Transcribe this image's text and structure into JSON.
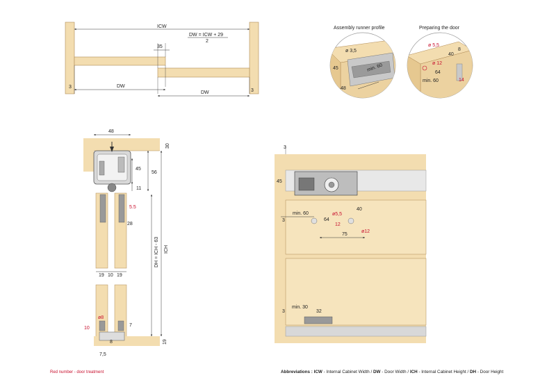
{
  "top_diagram": {
    "icw": "ICW",
    "dw_formula_top": "DW = ICW + 29",
    "dw_formula_bottom": "2",
    "overlap": "35",
    "gap_left": "3",
    "gap_right": "3",
    "dw_left": "DW",
    "dw_right": "DW"
  },
  "detail_titles": {
    "runner_profile": "Assembly runner profile",
    "preparing_door": "Preparing the door"
  },
  "runner_detail": {
    "hole": "ø 3,5",
    "height": "45",
    "depth": "48",
    "min": "min. 60"
  },
  "door_detail": {
    "hole_small": "ø 5,5",
    "hole_large": "ø 12",
    "dim_8": "8",
    "dim_40": "40",
    "dim_64": "64",
    "dim_14": "14",
    "min": "min. 60"
  },
  "section": {
    "width": "48",
    "top": "30",
    "h45": "45",
    "h56": "56",
    "h11": "11",
    "d55": "5.5",
    "d28": "28",
    "w19a": "19",
    "w10": "10",
    "w19b": "19",
    "dh": "DH = ICH - 63",
    "ich": "ICH",
    "d8": "ø8",
    "d10": "10",
    "d7": "7",
    "d8b": "8",
    "d75": "7,5",
    "d19": "19"
  },
  "front_view": {
    "gap_top": "3",
    "h45": "45",
    "min60": "min. 60",
    "gap3": "3",
    "d64": "64",
    "d55": "ø5,5",
    "d12": "12",
    "d40": "40",
    "d12b": "ø12",
    "d75": "75",
    "gap3b": "3",
    "min30": "min. 30",
    "d32": "32"
  },
  "footer": {
    "red_note": "Red number - door treatment",
    "abbrev_label": "Abbreviations :",
    "abbrev_items": [
      {
        "code": "ICW",
        "text": " - Internal Cabinet Width / "
      },
      {
        "code": "DW",
        "text": " - Door Width / "
      },
      {
        "code": "ICH",
        "text": " - Internal Cabinet Height / "
      },
      {
        "code": "DH",
        "text": " - Door Height"
      }
    ]
  },
  "colors": {
    "wood": "#f3ddb0",
    "wood_stroke": "#b08a55",
    "red": "#c8102e",
    "line": "#333333"
  }
}
